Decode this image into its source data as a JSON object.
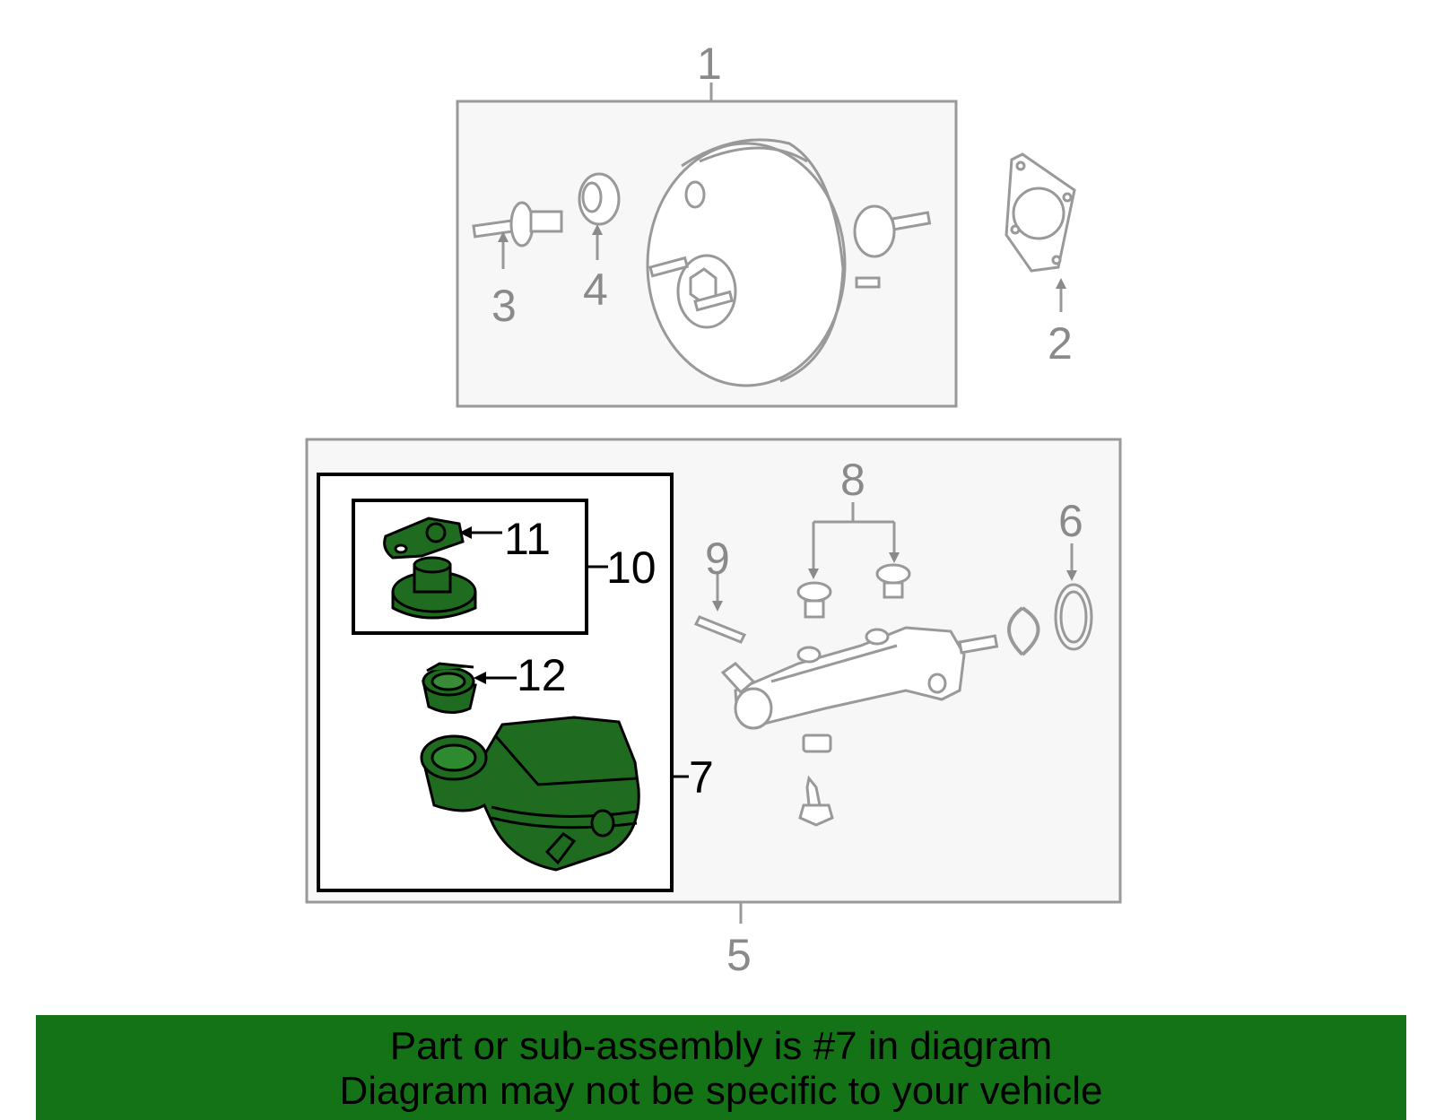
{
  "callouts": {
    "c1": "1",
    "c2": "2",
    "c3": "3",
    "c4": "4",
    "c5": "5",
    "c6": "6",
    "c7": "7",
    "c8": "8",
    "c9": "9",
    "c10": "10",
    "c11": "11",
    "c12": "12"
  },
  "banner": {
    "line1": "Part or sub-assembly is #7 in diagram",
    "line2": "Diagram may not be specific to your vehicle"
  },
  "colors": {
    "highlight_part": "#1f6b1f",
    "banner_bg": "#157317",
    "inactive_line": "#8a8a8a"
  }
}
